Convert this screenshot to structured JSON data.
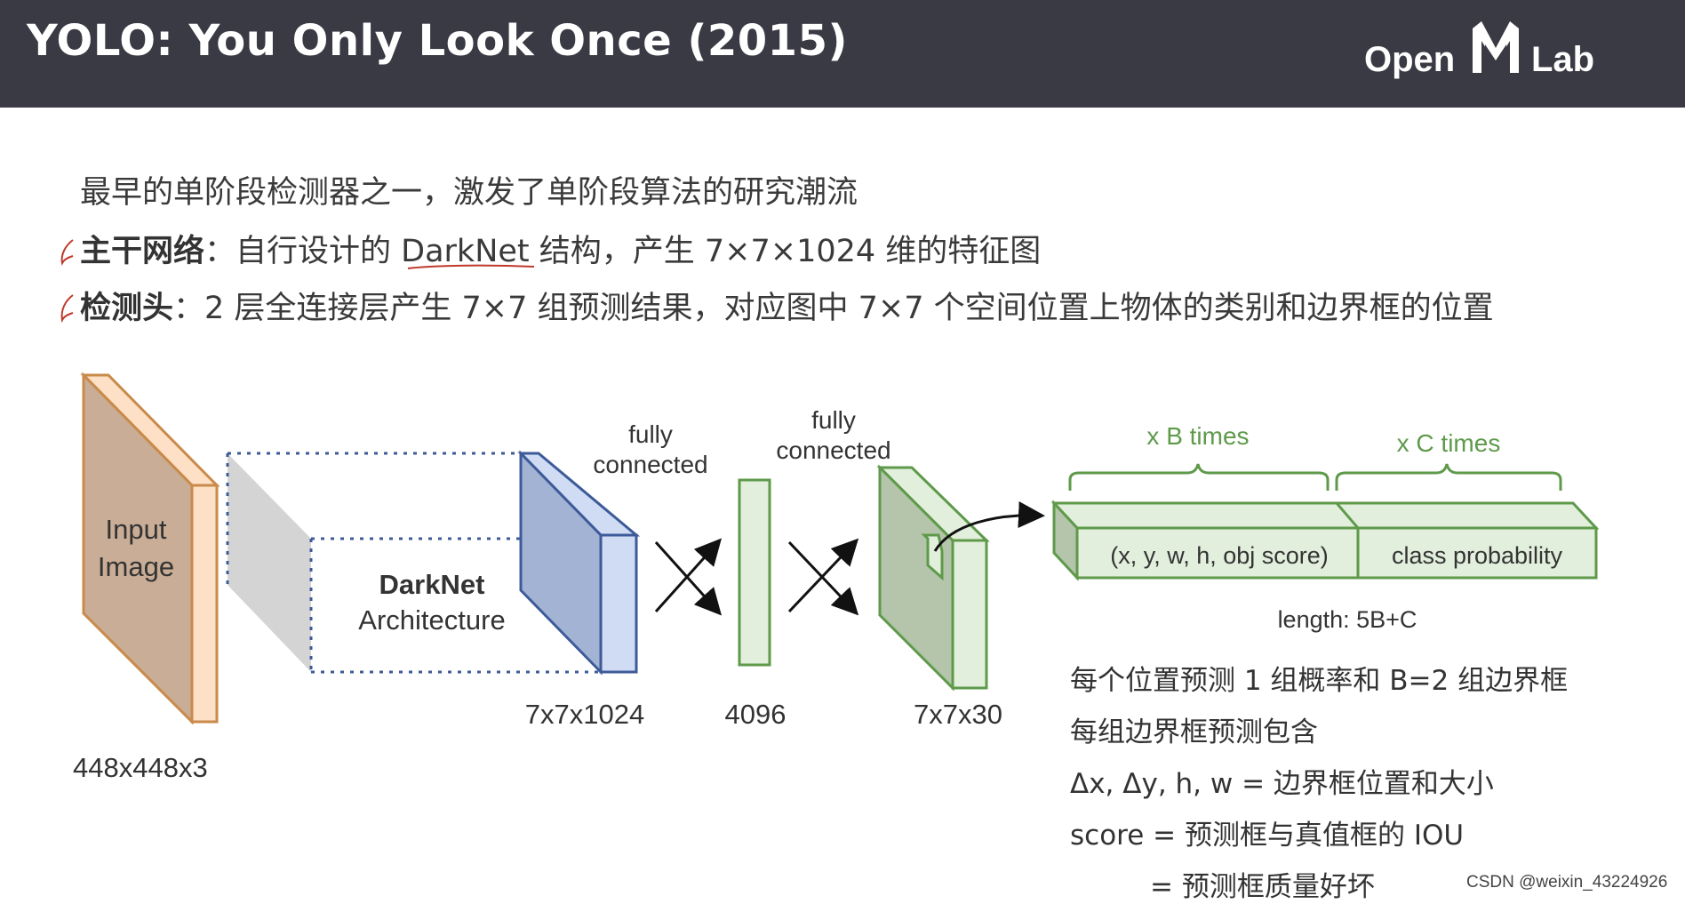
{
  "header": {
    "title": "YOLO: You Only Look Once (2015)",
    "logo_text_left": "Open",
    "logo_text_right": "Lab"
  },
  "bullets": {
    "line1": "最早的单阶段检测器之一，激发了单阶段算法的研究潮流",
    "line2_bold": "主干网络",
    "line2_rest": "：自行设计的 DarkNet 结构，产生 7×7×1024 维的特征图",
    "line3_bold": "检测头",
    "line3_rest": "：2 层全连接层产生 7×7 组预测结果，对应图中 7×7 个空间位置上物体的类别和边界框的位置"
  },
  "diagram": {
    "input_label_1": "Input",
    "input_label_2": "Image",
    "input_size": "448x448x3",
    "darknet_label_1": "DarkNet",
    "darknet_label_2": "Architecture",
    "feature_size": "7x7x1024",
    "fc1_label_1": "fully",
    "fc1_label_2": "connected",
    "fc2_label_1": "fully",
    "fc2_label_2": "connected",
    "fc_size": "4096",
    "output_size": "7x7x30",
    "b_times": "x B times",
    "c_times": "x C times",
    "box_segment": "(x, y, w, h, obj score)",
    "class_segment": "class probability",
    "length_label": "length: 5B+C"
  },
  "notes": {
    "line1": "每个位置预测 1 组概率和 B=2 组边界框",
    "line2": "每组边界框预测包含",
    "line3": "Δx, Δy, h, w = 边界框位置和大小",
    "line4": "score = 预测框与真值框的 IOU",
    "line5": "= 预测框质量好坏"
  },
  "watermark": "CSDN @weixin_43224926",
  "colors": {
    "header_bg": "#3a3a44",
    "input_face": "#c9ad96",
    "input_edge": "#fde0c6",
    "input_stroke": "#c98a4a",
    "feature_face": "#a3b3d3",
    "feature_side": "#cfdcf4",
    "feature_stroke": "#3d5a99",
    "green_stroke": "#5e9a4a",
    "green_fill": "#e2efdc",
    "green_dark": "#b4c5ab",
    "green_text": "#5e9a4a"
  }
}
